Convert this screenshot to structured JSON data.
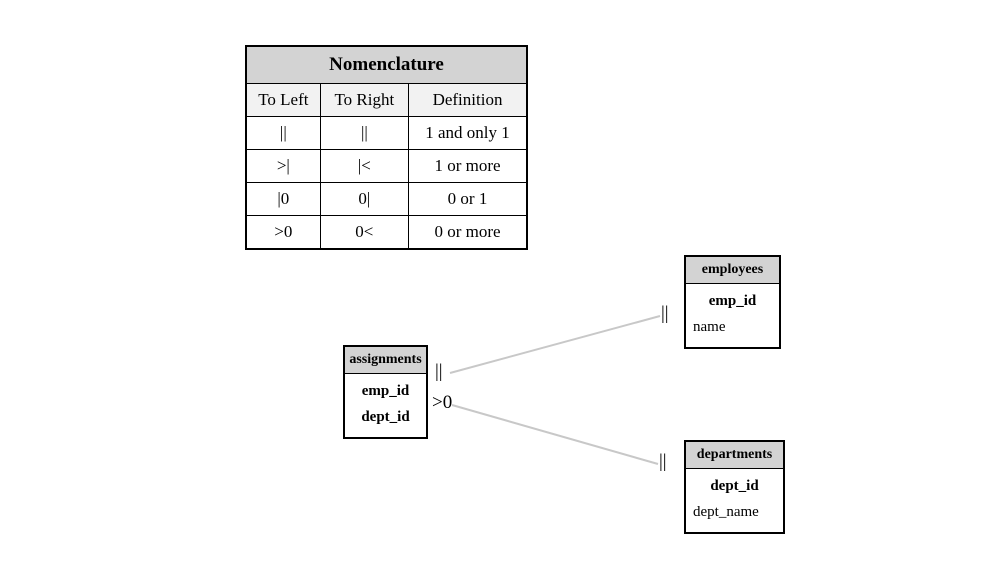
{
  "nomenclature": {
    "title": "Nomenclature",
    "columns": [
      "To Left",
      "To Right",
      "Definition"
    ],
    "rows": [
      {
        "to_left": "||",
        "to_right": "||",
        "definition": "1 and only 1"
      },
      {
        "to_left": ">|",
        "to_right": "|<",
        "definition": "1 or more"
      },
      {
        "to_left": "|0",
        "to_right": "0|",
        "definition": "0 or 1"
      },
      {
        "to_left": ">0",
        "to_right": "0<",
        "definition": "0 or more"
      }
    ]
  },
  "entities": [
    {
      "name": "assignments",
      "attributes": [
        {
          "label": "emp_id",
          "key": true
        },
        {
          "label": "dept_id",
          "key": true
        }
      ]
    },
    {
      "name": "employees",
      "attributes": [
        {
          "label": "emp_id",
          "key": true
        },
        {
          "label": "name",
          "key": false
        }
      ]
    },
    {
      "name": "departments",
      "attributes": [
        {
          "label": "dept_id",
          "key": true
        },
        {
          "label": "dept_name",
          "key": false
        }
      ]
    }
  ],
  "relationships": [
    {
      "from": "assignments",
      "to": "employees",
      "from_marker": "||",
      "to_marker": "||"
    },
    {
      "from": "assignments",
      "to": "departments",
      "from_marker": ">0",
      "to_marker": "||"
    }
  ],
  "colors": {
    "header_fill": "#d3d3d3",
    "subhead_fill": "#f2f2f2",
    "border": "#000000",
    "connector_line": "#c8c8c8",
    "background": "#ffffff"
  }
}
